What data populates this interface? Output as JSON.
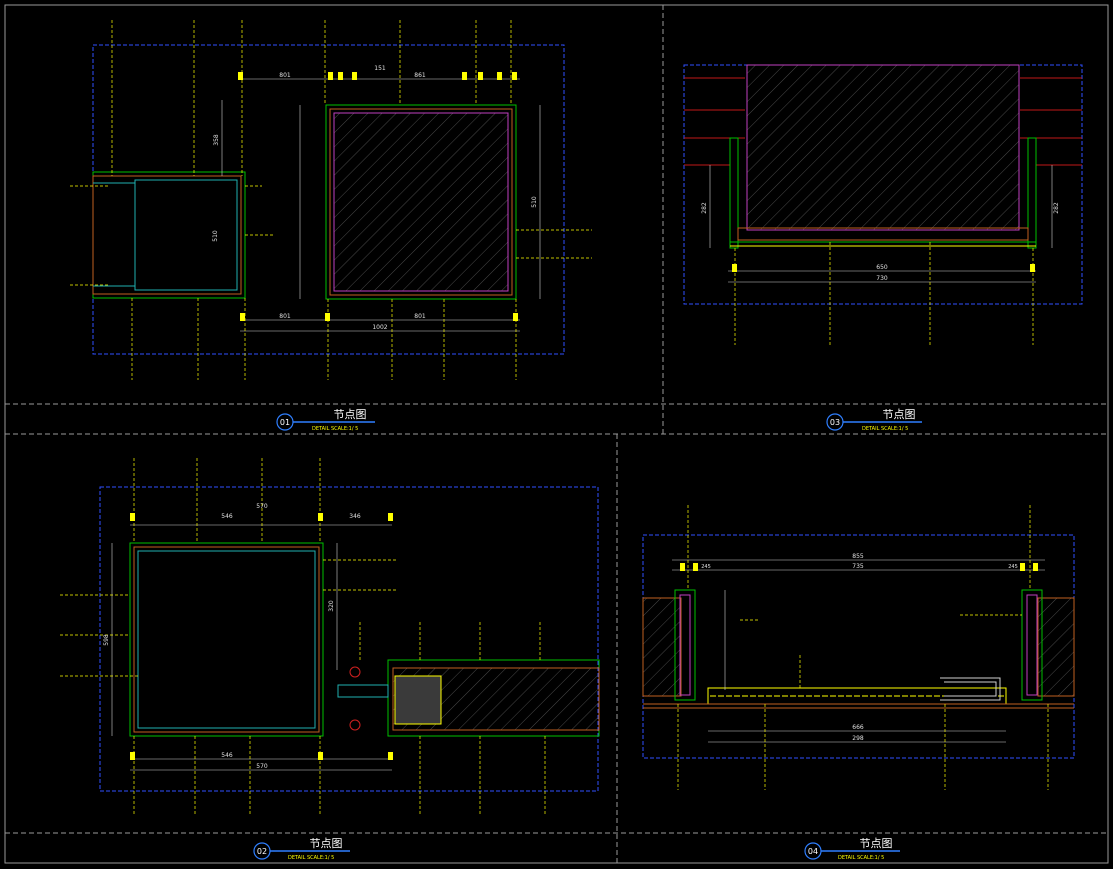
{
  "panels": [
    {
      "number": "01",
      "title": "节点图",
      "subtitle": "DETAIL   SCALE:1/ 5"
    },
    {
      "number": "03",
      "title": "节点图",
      "subtitle": "DETAIL   SCALE:1/ 5"
    },
    {
      "number": "02",
      "title": "节点图",
      "subtitle": "DETAIL   SCALE:1/ 5"
    },
    {
      "number": "04",
      "title": "节点图",
      "subtitle": "DETAIL   SCALE:1/ 5"
    }
  ],
  "p01": {
    "dims_top": [
      "801",
      "151",
      "861"
    ],
    "dims_bottom": [
      "801",
      "1002",
      "801"
    ],
    "dim_left": "358",
    "dim_mid": "510",
    "dim_right": "510"
  },
  "p03": {
    "dims": [
      "650",
      "730"
    ],
    "dim_left": "282",
    "dim_right": "282"
  },
  "p02": {
    "dims_top": [
      "546",
      "570",
      "346"
    ],
    "dims_bottom": [
      "570",
      "546"
    ],
    "dim_left": "598",
    "dim_right": "320"
  },
  "p04": {
    "dims_top": [
      "855",
      "735",
      "245",
      "245"
    ],
    "dims_bottom": [
      "666",
      "298"
    ]
  },
  "colors": {
    "background": "#000000",
    "callout": "#ffff00",
    "outline_blue": "#2f4fff",
    "frame_green": "#00c000",
    "panel_magenta": "#c040c0",
    "wood_orange": "#c06020",
    "divider": "#9a9a9a"
  }
}
